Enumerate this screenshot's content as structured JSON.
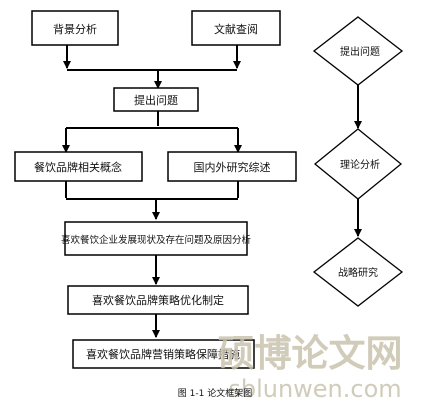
{
  "left_flow": {
    "background_analysis": "背景分析",
    "literature_review": "文献查阅",
    "problem": "提出问题",
    "catering_brand_concepts": "餐饮品牌相关概念",
    "domestic_foreign_review": "国内外研究综述",
    "status_and_problems": "喜欢餐饮企业发展现状及存在问题及原因分析",
    "strategy_optimization": "喜欢餐饮品牌策略优化制定",
    "marketing_safeguards": "喜欢餐饮品牌营销策略保障措施"
  },
  "right_flow": {
    "problem": "提出问题",
    "theory_analysis": "理论分析",
    "strategy_research": "战略研究"
  },
  "caption": "图 1-1  论文框架图",
  "watermark": {
    "cn": "硕博论文网",
    "url": "sblunwen.com"
  }
}
